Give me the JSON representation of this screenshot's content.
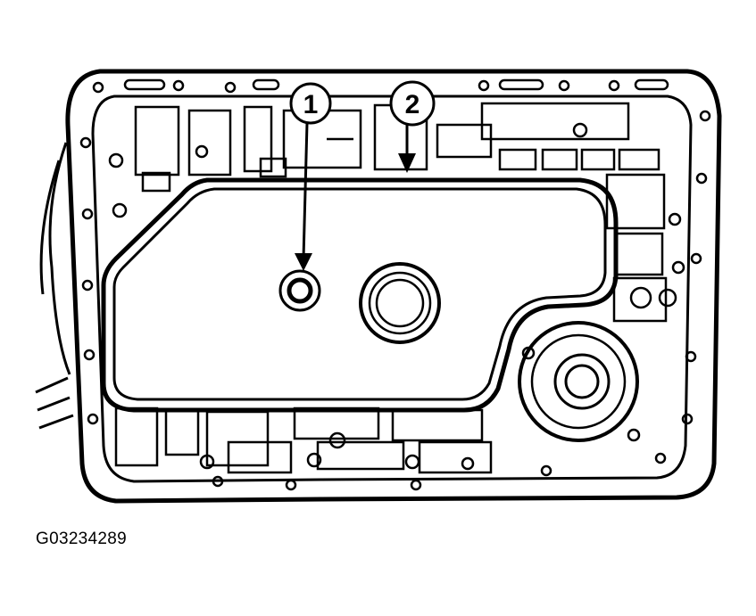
{
  "figure": {
    "callouts": [
      {
        "label": "1"
      },
      {
        "label": "2"
      }
    ],
    "caption": "G03234289"
  },
  "colors": {
    "ink": "#000000",
    "background": "#ffffff"
  }
}
